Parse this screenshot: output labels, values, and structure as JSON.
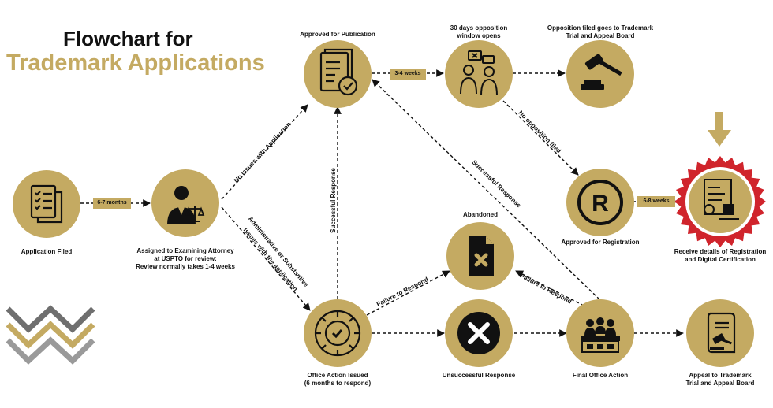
{
  "title": {
    "line1": "Flowchart for",
    "line2": "Trademark Applications"
  },
  "nodes": {
    "application_filed": "Application Filed",
    "assigned": "Assigned to Examining Attorney\nat USPTO for review:\nReview normally takes 1-4 weeks",
    "approved_publication": "Approved for Publication",
    "opposition_window": "30 days opposition\nwindow opens",
    "opposition_filed": "Opposition filed goes to Trademark\nTrial and Appeal Board",
    "approved_registration": "Approved for Registration",
    "receive_details": "Receive details of Registration\nand Digital Certification",
    "abandoned": "Abandoned",
    "office_action": "Office Action Issued\n(6 months to respond)",
    "unsuccessful": "Unsuccessful Response",
    "final_action": "Final Office Action",
    "appeal": "Appeal to Trademark\nTrial and Appeal Board"
  },
  "durations": {
    "filed_to_assigned": "6-7 months",
    "publication_to_opposition": "3-4 weeks",
    "registration_to_certificate": "6-8 weeks"
  },
  "edge_labels": {
    "no_issues": "No issues with Application",
    "admin_issues_1": "Administrative or Substantive",
    "admin_issues_2": "Issues with the application",
    "successful_1": "Successful Response",
    "successful_2": "Successful Response",
    "failure_1": "Failure to Respond",
    "failure_2": "Failure to Respond",
    "no_opposition": "No opposition filed"
  },
  "colors": {
    "gold": "#c4aa62",
    "dark": "#111111",
    "grey": "#7b7b7b",
    "seal_red": "#d0242c"
  }
}
